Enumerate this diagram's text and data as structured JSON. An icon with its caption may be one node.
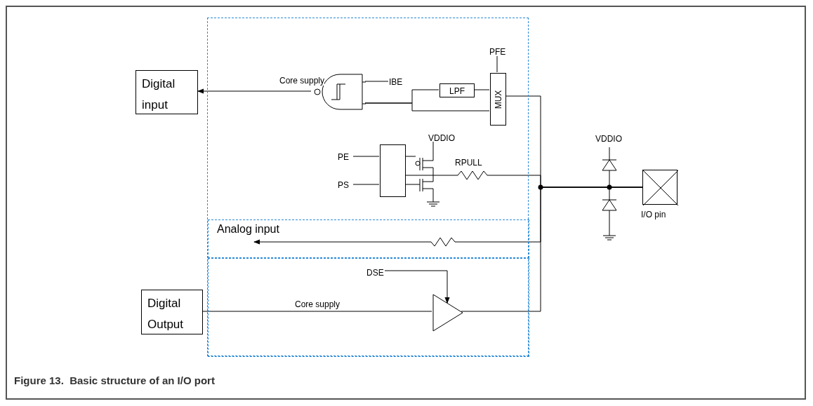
{
  "diagram": {
    "caption": "Figure 13.  Basic structure of an I/O port",
    "nodes": [
      {
        "text": [],
        "shape": "box"
      },
      {
        "text": [
          "Analog input"
        ],
        "in": 0
      },
      {
        "text": [],
        "shape": "box",
        "in": 0
      },
      {
        "text": [
          "Digital input"
        ]
      },
      {
        "text": [],
        "shape": "gate",
        "in": 0
      },
      {
        "text": [
          "LPF"
        ],
        "in": 0
      },
      {
        "text": [
          "MUX"
        ],
        "in": 0
      },
      {
        "text": [
          "PFE"
        ],
        "in": 0
      },
      {
        "text": [
          "IBE"
        ],
        "in": 0
      },
      {
        "text": [
          "PE"
        ],
        "in": 0
      },
      {
        "text": [
          "PS"
        ],
        "in": 0
      },
      {
        "text": [],
        "shape": "box",
        "in": 0
      },
      {
        "text": [
          "Digital Output"
        ]
      },
      {
        "text": [],
        "shape": "triangle",
        "in": 2
      },
      {
        "text": [
          "DSE"
        ],
        "in": 2
      },
      {
        "text": [],
        "shape": "box",
        "beside": [
          "I/O pin"
        ]
      }
    ],
    "edges": [
      {
        "from": 4,
        "to": 3,
        "arrow": "to",
        "label": "Core supply"
      },
      {
        "from": 8,
        "to": 4,
        "arrow": "none"
      },
      {
        "from": 7,
        "to": 6,
        "arrow": "none"
      },
      {
        "from": 4,
        "to": 5,
        "arrow": "none"
      },
      {
        "from": 4,
        "to": 6,
        "arrow": "none"
      },
      {
        "from": 5,
        "to": 6,
        "arrow": "none"
      },
      {
        "from": 6,
        "to": 15,
        "arrow": "none"
      },
      {
        "from": 9,
        "to": 11,
        "arrow": "none"
      },
      {
        "from": 10,
        "to": 11,
        "arrow": "none"
      },
      {
        "from": 11,
        "to": 15,
        "arrow": "none"
      },
      {
        "from": 15,
        "to": 1,
        "arrow": "to"
      },
      {
        "from": 12,
        "to": 13,
        "arrow": "none",
        "label": "Core supply"
      },
      {
        "from": 14,
        "to": 13,
        "arrow": "to"
      },
      {
        "from": 13,
        "to": 15,
        "arrow": "none"
      }
    ],
    "labels": [
      "VDDIO",
      "RPULL",
      "VDDIO"
    ]
  }
}
